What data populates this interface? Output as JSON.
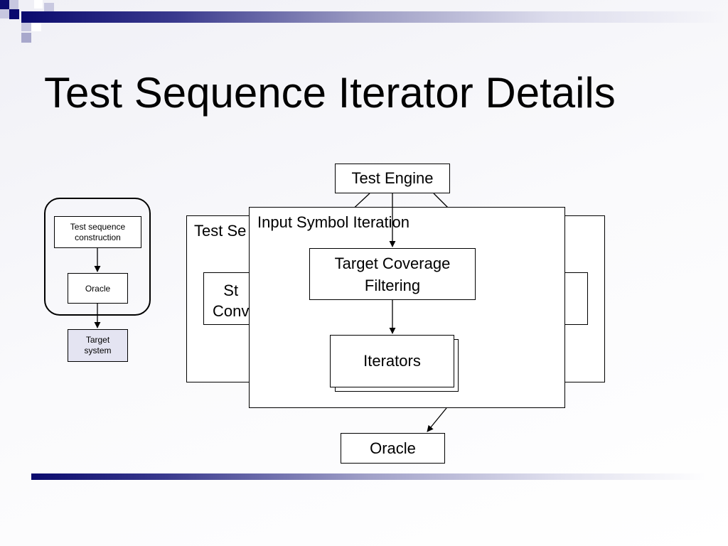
{
  "slide": {
    "title": "Test Sequence Iterator Details"
  },
  "mini_diagram": {
    "construction_label": "Test sequence construction",
    "oracle_label": "Oracle",
    "target_label": "Target system"
  },
  "main_diagram": {
    "test_engine_label": "Test Engine",
    "back_panel_label_visible": "Test Se",
    "back_inner_box_label_visible": "St\nConv",
    "input_symbol_iteration_label": "Input Symbol Iteration",
    "target_coverage_label": "Target Coverage Filtering",
    "iterators_label": "Iterators",
    "oracle_label": "Oracle"
  },
  "colors": {
    "accent_dark": "#0b0b6e",
    "target_box_fill": "#e4e4f2"
  }
}
